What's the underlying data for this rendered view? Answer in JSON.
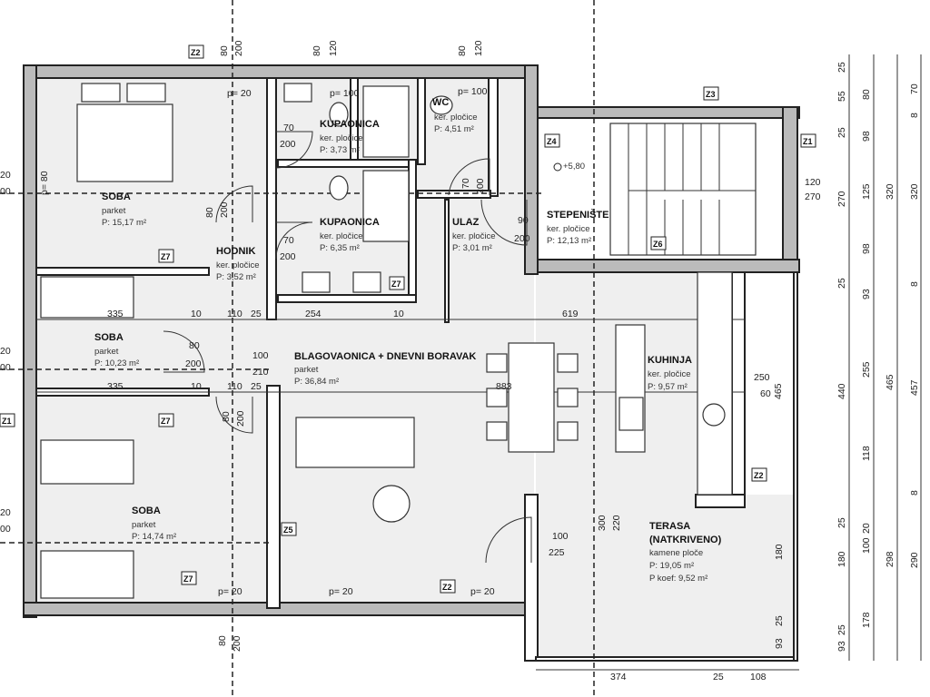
{
  "rooms": [
    {
      "name": "SOBA",
      "floor": "parket",
      "area": "P: 15,17 m²"
    },
    {
      "name": "KUPAONICA",
      "floor": "ker. pločice",
      "area": "P: 3,73 m²"
    },
    {
      "name": "WC",
      "floor": "ker. pločice",
      "area": "P: 4,51 m²"
    },
    {
      "name": "KUPAONICA",
      "floor": "ker. pločice",
      "area": "P: 6,35 m²"
    },
    {
      "name": "HODNIK",
      "floor": "ker. pločice",
      "area": "P: 3,52 m²"
    },
    {
      "name": "ULAZ",
      "floor": "ker. pločice",
      "area": "P: 3,01 m²"
    },
    {
      "name": "STEPENIŠTE",
      "floor": "ker. pločice",
      "area": "P: 12,13 m²"
    },
    {
      "name": "SOBA",
      "floor": "parket",
      "area": "P: 10,23 m²"
    },
    {
      "name": "BLAGOVAONICA + DNEVNI BORAVAK",
      "floor": "parket",
      "area": "P: 36,84 m²"
    },
    {
      "name": "KUHINJA",
      "floor": "ker. pločice",
      "area": "P: 9,57 m²"
    },
    {
      "name": "SOBA",
      "floor": "parket",
      "area": "P: 14,74 m²"
    },
    {
      "name": "TERASA",
      "name2": "(NATKRIVENO)",
      "floor": "kamene ploče",
      "area": "P: 19,05 m²",
      "area2": "P koef: 9,52 m²"
    }
  ],
  "level": "+5,80",
  "zones": [
    "Z2",
    "Z3",
    "Z1",
    "Z4",
    "Z6",
    "Z7",
    "Z7",
    "Z7",
    "Z7",
    "Z5",
    "Z2",
    "Z2",
    "Z1"
  ],
  "parapets": [
    "p= 20",
    "p= 100",
    "p= 100",
    "p= 80",
    "p= 20",
    "p= 20",
    "p= 20"
  ],
  "dims": [
    "80",
    "200",
    "80",
    "120",
    "80",
    "120",
    "70",
    "200",
    "70",
    "200",
    "80",
    "200",
    "70",
    "200",
    "90",
    "200",
    "335",
    "10",
    "110",
    "25",
    "254",
    "10",
    "619",
    "80",
    "200",
    "100",
    "210",
    "335",
    "10",
    "110",
    "25",
    "883",
    "80",
    "200",
    "250",
    "60",
    "465",
    "100",
    "225",
    "300",
    "220",
    "180",
    "93",
    "25",
    "80",
    "200",
    "374",
    "25",
    "108",
    "120",
    "270",
    "20",
    "00",
    "20",
    "00",
    "20",
    "00"
  ],
  "right_dims": {
    "col1": [
      "25",
      "55",
      "25",
      "270",
      "25",
      "440",
      "25",
      "180",
      "93",
      "25"
    ],
    "col2": [
      "80",
      "98",
      "125",
      "98",
      "93",
      "255",
      "118",
      "100",
      "20",
      "178"
    ],
    "col3": [
      "320",
      "465",
      "298"
    ],
    "col4": [
      "70",
      "8",
      "320",
      "8",
      "457",
      "8",
      "290"
    ]
  }
}
